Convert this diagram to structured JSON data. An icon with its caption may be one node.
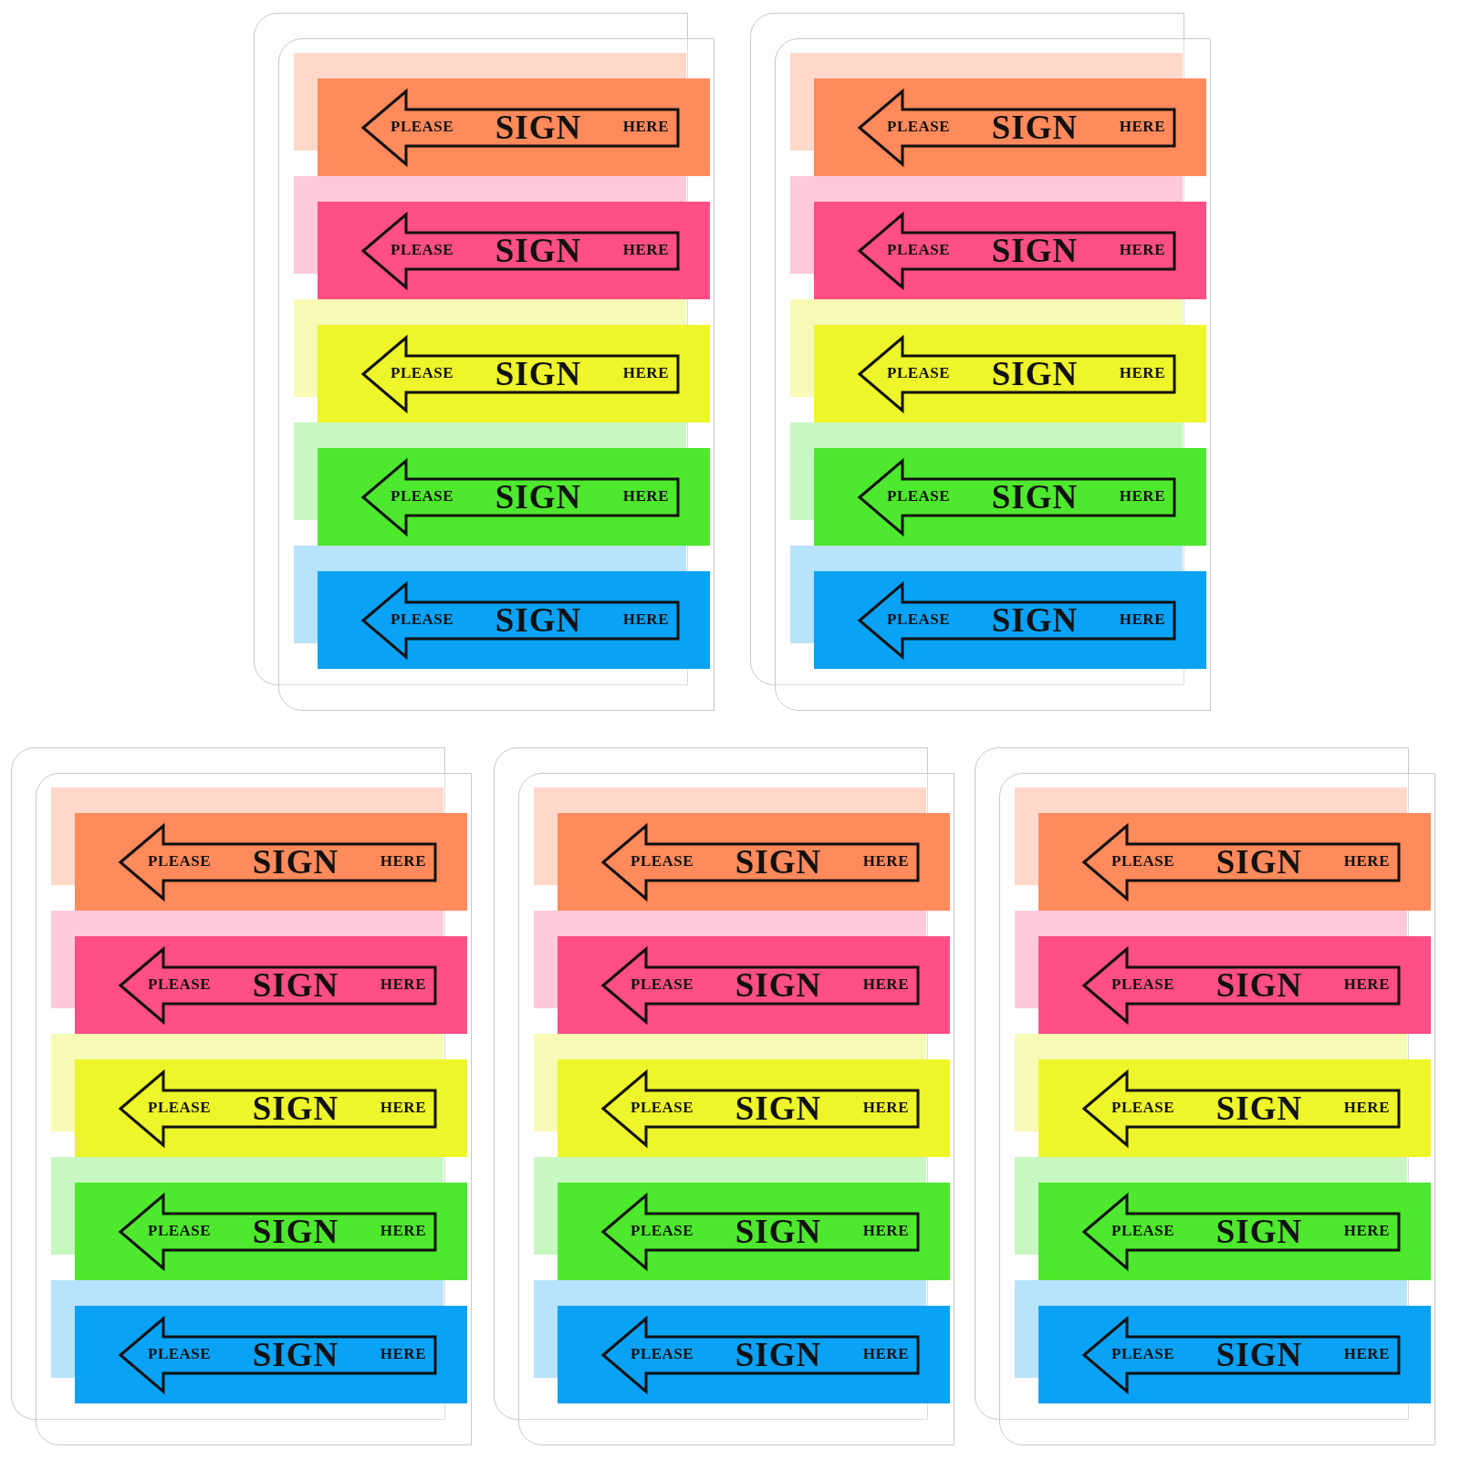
{
  "diagram": {
    "nodes": [
      {
        "text": [],
        "shape": "box"
      },
      {
        "text": [
          "PLEASE",
          "SIGN",
          "HERE"
        ],
        "in": 0
      },
      {
        "text": [
          "PLEASE",
          "SIGN",
          "HERE"
        ],
        "in": 0
      },
      {
        "text": [
          "PLEASE",
          "SIGN",
          "HERE"
        ],
        "in": 0
      },
      {
        "text": [
          "PLEASE",
          "SIGN",
          "HERE"
        ],
        "in": 0
      },
      {
        "text": [
          "PLEASE",
          "SIGN",
          "HERE"
        ],
        "in": 0
      },
      {
        "text": [],
        "shape": "box"
      },
      {
        "text": [
          "PLEASE",
          "SIGN",
          "HERE"
        ],
        "in": 6
      },
      {
        "text": [
          "PLEASE",
          "SIGN",
          "HERE"
        ],
        "in": 6
      },
      {
        "text": [
          "PLEASE",
          "SIGN",
          "HERE"
        ],
        "in": 6
      },
      {
        "text": [
          "PLEASE",
          "SIGN",
          "HERE"
        ],
        "in": 6
      },
      {
        "text": [
          "PLEASE",
          "SIGN",
          "HERE"
        ],
        "in": 6
      },
      {
        "text": [],
        "shape": "box"
      },
      {
        "text": [
          "PLEASE",
          "SIGN",
          "HERE"
        ],
        "in": 12
      },
      {
        "text": [
          "PLEASE",
          "SIGN",
          "HERE"
        ],
        "in": 12
      },
      {
        "text": [
          "PLEASE",
          "SIGN",
          "HERE"
        ],
        "in": 12
      },
      {
        "text": [
          "PLEASE",
          "SIGN",
          "HERE"
        ],
        "in": 12
      },
      {
        "text": [
          "PLEASE",
          "SIGN",
          "HERE"
        ],
        "in": 12
      },
      {
        "text": [],
        "shape": "box"
      },
      {
        "text": [
          "PLEASE",
          "SIGN",
          "HERE"
        ],
        "in": 18
      },
      {
        "text": [
          "PLEASE",
          "SIGN",
          "HERE"
        ],
        "in": 18
      },
      {
        "text": [
          "PLEASE",
          "SIGN",
          "HERE"
        ],
        "in": 18
      },
      {
        "text": [
          "PLEASE",
          "SIGN",
          "HERE"
        ],
        "in": 18
      },
      {
        "text": [
          "PLEASE",
          "SIGN",
          "HERE"
        ],
        "in": 18
      },
      {
        "text": [],
        "shape": "box"
      },
      {
        "text": [
          "PLEASE",
          "SIGN",
          "HERE"
        ],
        "in": 24
      },
      {
        "text": [
          "PLEASE",
          "SIGN",
          "HERE"
        ],
        "in": 24
      },
      {
        "text": [
          "PLEASE",
          "SIGN",
          "HERE"
        ],
        "in": 24
      },
      {
        "text": [
          "PLEASE",
          "SIGN",
          "HERE"
        ],
        "in": 24
      },
      {
        "text": [
          "PLEASE",
          "SIGN",
          "HERE"
        ],
        "in": 24
      }
    ]
  }
}
